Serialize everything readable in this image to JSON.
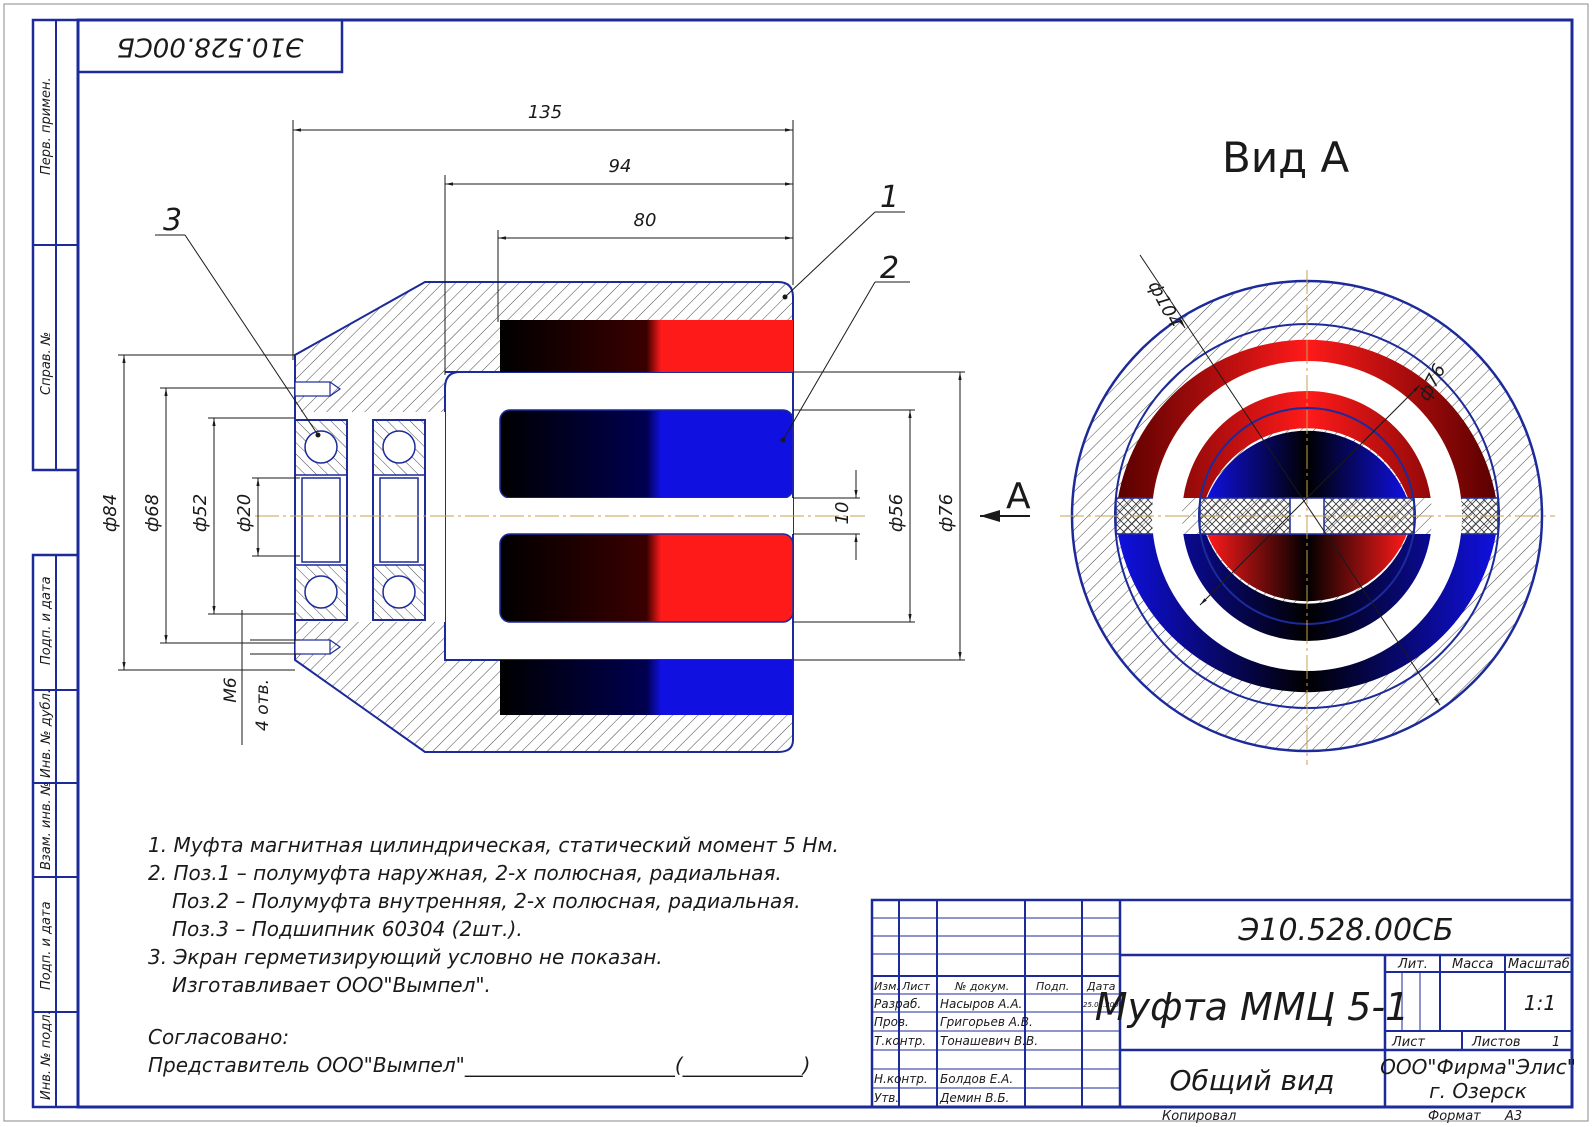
{
  "stamp_code_rotated": "Э10.528.00СБ",
  "side_stamp": {
    "perv_primen": "Перв. примен.",
    "sprav_no": "Справ. №",
    "podp_data_1": "Подп. и дата",
    "inv_dubl": "Инв. № дубл.",
    "vzam_inv": "Взам. инв. №",
    "podp_data_2": "Подп. и дата",
    "inv_podl": "Инв. № подл."
  },
  "dimensions": {
    "len_135": "135",
    "len_94": "94",
    "len_80": "80",
    "d84": "ф84",
    "d68": "ф68",
    "d52": "ф52",
    "d20": "ф20",
    "gap10": "10",
    "d56": "ф56",
    "d76": "ф76",
    "thread": "М6",
    "holes": "4 отв.",
    "d104": "ф104",
    "d76b": "ф76"
  },
  "positions": {
    "p1": "1",
    "p2": "2",
    "p3": "3"
  },
  "view_a_title": "Вид А",
  "view_a_arrow": "А",
  "notes": [
    "1. Муфта магнитная цилиндрическая, статический момент 5 Нм.",
    "2. Поз.1 – полумуфта наружная, 2-х полюсная, радиальная.",
    "Поз.2 – Полумуфта внутренняя, 2-х полюсная, радиальная.",
    "Поз.3 – Подшипник 60304 (2шт.).",
    "3. Экран герметизирующий условно не показан.",
    "Изготавливает ООО\"Вымпел\"."
  ],
  "agreement": {
    "label": "Согласовано:",
    "line": "Представитель ООО\"Вымпел\"_____________________(____________)"
  },
  "title_block": {
    "code": "Э10.528.00СБ",
    "name": "Муфта ММЦ 5-1",
    "view": "Общий вид",
    "headers": {
      "izm": "Изм.",
      "list": "Лист",
      "doc": "№ докум.",
      "podp": "Подп.",
      "data": "Дата"
    },
    "rows": [
      {
        "role": "Разраб.",
        "name": "Насыров А.А.",
        "date": "25.01.2006"
      },
      {
        "role": "Пров.",
        "name": "Григорьев А.В.",
        "date": ""
      },
      {
        "role": "Т.контр.",
        "name": "Тонашевич В.В.",
        "date": ""
      },
      {
        "role": "Н.контр.",
        "name": "Болдов Е.А.",
        "date": ""
      },
      {
        "role": "Утв.",
        "name": "Демин В.Б.",
        "date": ""
      }
    ],
    "lit": "Лит.",
    "massa": "Масса",
    "masshtab": "Масштаб",
    "scale": "1:1",
    "sheet_label": "Лист",
    "sheets_label": "Листов",
    "sheets": "1",
    "org_1": "ООО\"Фирма\"Элис\"",
    "org_2": "г. Озерск",
    "kopiroval": "Копировал",
    "format_label": "Формат",
    "format": "А3"
  },
  "colors": {
    "frame": "#1c2a9a",
    "red": "#ff1a1a",
    "blue": "#1010e0",
    "dark_red": "#7a0000",
    "axis": "#c8a050"
  }
}
